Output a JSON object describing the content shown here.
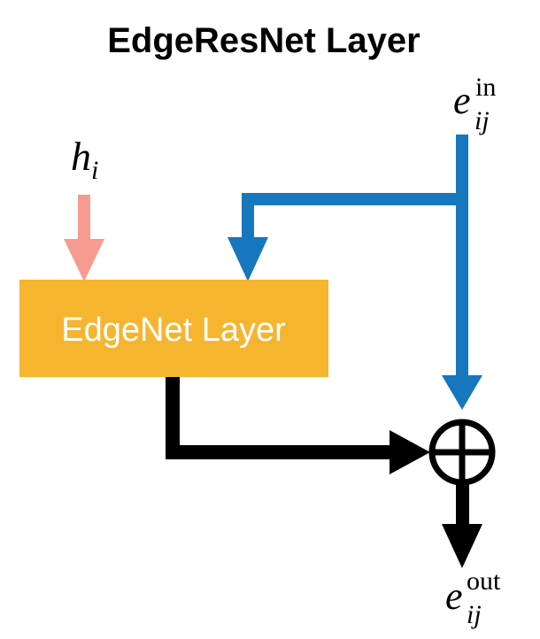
{
  "title": "EdgeResNet Layer",
  "box": {
    "label": "EdgeNet Layer",
    "fill_color": "#F6B52E",
    "text_color": "#ffffff"
  },
  "inputs": {
    "node": {
      "symbol": "h",
      "subscript": "i",
      "color": "#F79A90"
    },
    "edge_in": {
      "symbol": "e",
      "subscript": "ij",
      "superscript": "in",
      "color": "#1777BE"
    }
  },
  "output": {
    "symbol": "e",
    "subscript": "ij",
    "superscript": "out",
    "color": "#000000"
  },
  "operator": {
    "icon": "circled-plus-icon",
    "meaning": "sum"
  }
}
